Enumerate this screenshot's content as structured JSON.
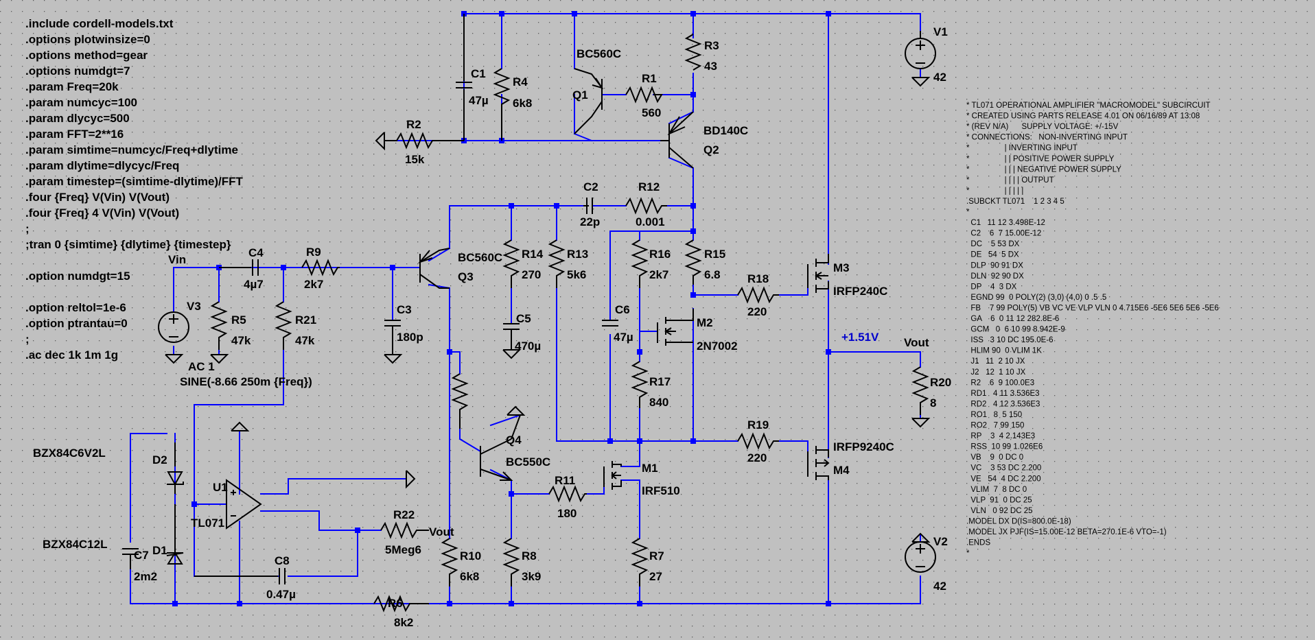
{
  "directives": [
    ".include cordell-models.txt",
    ".options plotwinsize=0",
    ".options method=gear",
    ".options numdgt=7",
    ".param Freq=20k",
    ".param numcyc=100",
    ".param dlycyc=500",
    ".param FFT=2**16",
    ".param simtime=numcyc/Freq+dlytime",
    ".param dlytime=dlycyc/Freq",
    ".param timestep=(simtime-dlytime)/FFT",
    ".four {Freq} V(Vin) V(Vout)",
    ".four {Freq} 4 V(Vin) V(Vout)",
    ";",
    ";tran 0 {simtime} {dlytime} {timestep}",
    "",
    ".option numdgt=15",
    "",
    ".option reltol=1e-6",
    ".option ptrantau=0",
    ";",
    ".ac dec 1k 1m 1g"
  ],
  "netlist": [
    "* TL071 OPERATIONAL AMPLIFIER \"MACROMODEL\" SUBCIRCUIT",
    "* CREATED USING PARTS RELEASE 4.01 ON 06/16/89 AT 13:08",
    "* (REV N/A)      SUPPLY VOLTAGE: +/-15V",
    "* CONNECTIONS:   NON-INVERTING INPUT",
    "*                | INVERTING INPUT",
    "*                | | POSITIVE POWER SUPPLY",
    "*                | | | NEGATIVE POWER SUPPLY",
    "*                | | | | OUTPUT",
    "*                | | | | |",
    ".SUBCKT TL071    1 2 3 4 5",
    "*",
    "  C1   11 12 3.498E-12",
    "  C2    6  7 15.00E-12",
    "  DC    5 53 DX",
    "  DE   54  5 DX",
    "  DLP  90 91 DX",
    "  DLN  92 90 DX",
    "  DP    4  3 DX",
    "  EGND 99  0 POLY(2) (3,0) (4,0) 0 .5 .5",
    "  FB    7 99 POLY(5) VB VC VE VLP VLN 0 4.715E6 -5E6 5E6 5E6 -5E6",
    "  GA    6  0 11 12 282.8E-6",
    "  GCM   0  6 10 99 8.942E-9",
    "  ISS   3 10 DC 195.0E-6",
    "  HLIM 90  0 VLIM 1K",
    "  J1   11  2 10 JX",
    "  J2   12  1 10 JX",
    "  R2    6  9 100.0E3",
    "  RD1   4 11 3.536E3",
    "  RD2   4 12 3.536E3",
    "  RO1   8  5 150",
    "  RO2   7 99 150",
    "  RP    3  4 2.143E3",
    "  RSS  10 99 1.026E6",
    "  VB    9  0 DC 0",
    "  VC    3 53 DC 2.200",
    "  VE   54  4 DC 2.200",
    "  VLIM  7  8 DC 0",
    "  VLP  91  0 DC 25",
    "  VLN   0 92 DC 25",
    ".MODEL DX D(IS=800.0E-18)",
    ".MODEL JX PJF(IS=15.00E-12 BETA=270.1E-6 VTO=-1)",
    ".ENDS",
    "*"
  ],
  "labels": {
    "V1": "V1",
    "V1_val": "42",
    "V2": "V2",
    "V2_val": "42",
    "V3": "V3",
    "V3_ac": "AC 1",
    "V3_sine": "SINE(-8.66 250m {Freq})",
    "Q1": "Q1",
    "Q1_model": "BC560C",
    "Q2": "Q2",
    "Q2_model": "BD140C",
    "Q3": "Q3",
    "Q3_model": "BC560C",
    "Q4": "Q4",
    "Q4_model": "BC550C",
    "M1": "M1",
    "M1_model": "IRF510",
    "M2": "M2",
    "M2_model": "2N7002",
    "M3": "M3",
    "M3_model": "IRFP240C",
    "M4": "M4",
    "M4_model": "IRFP9240C",
    "U1": "U1",
    "U1_model": "TL071",
    "D1": "D1",
    "D1_model": "BZX84C12L",
    "D2": "D2",
    "D2_model": "BZX84C6V2L",
    "C1": "C1",
    "C1_val": "47µ",
    "C2": "C2",
    "C2_val": "22p",
    "C3": "C3",
    "C3_val": "180p",
    "C4": "C4",
    "C4_val": "4µ7",
    "C5": "C5",
    "C5_val": "470µ",
    "C6": "C6",
    "C6_val": "47µ",
    "C7": "C7",
    "C7_val": "2m2",
    "C8": "C8",
    "C8_val": "0.47µ",
    "R1": "R1",
    "R1_val": "560",
    "R2": "R2",
    "R2_val": "15k",
    "R3": "R3",
    "R3_val": "43",
    "R4": "R4",
    "R4_val": "6k8",
    "R5": "R5",
    "R5_val": "47k",
    "R6": "R6",
    "R6_val": "8k2",
    "R7": "R7",
    "R7_val": "27",
    "R8": "R8",
    "R8_val": "3k9",
    "R9": "R9",
    "R9_val": "2k7",
    "R10": "R10",
    "R10_val": "6k8",
    "R11": "R11",
    "R11_val": "180",
    "R12": "R12",
    "R12_val": "0.001",
    "R13": "R13",
    "R13_val": "5k6",
    "R14": "R14",
    "R14_val": "270",
    "R15": "R15",
    "R15_val": "6.8",
    "R16": "R16",
    "R16_val": "2k7",
    "R17": "R17",
    "R17_val": "840",
    "R18": "R18",
    "R18_val": "220",
    "R19": "R19",
    "R19_val": "220",
    "R20": "R20",
    "R20_val": "8",
    "R21": "R21",
    "R21_val": "47k",
    "R22": "R22",
    "R22_val": "5Meg6",
    "net_vin": "Vin",
    "net_vout": "Vout",
    "net_vout_r22": "Vout",
    "op_voltage": "+1.51V"
  },
  "colors": {
    "background": "#c0c0c0",
    "wire": "#0000ff",
    "component": "#000000",
    "op_point": "#0000cc"
  }
}
